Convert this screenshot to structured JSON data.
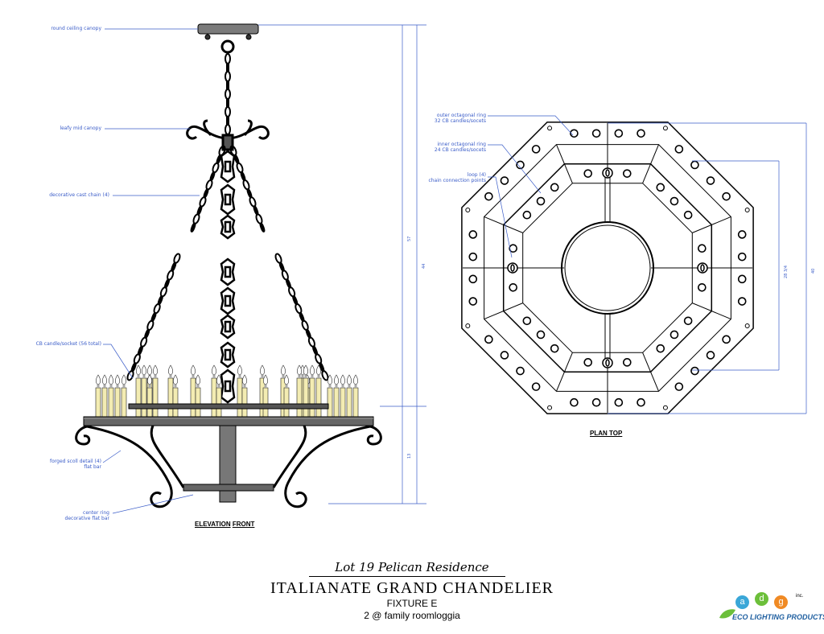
{
  "elevation": {
    "label_prefix": "ELEVATION",
    "label_suffix": "FRONT",
    "notes": {
      "canopy": "round ceiling canopy",
      "mid_canopy": "leafy mid canopy",
      "chain": "decorative cast chain (4)",
      "candle": "CB candle/socket (56 total)",
      "scroll_1": "forged scoll detail (4)",
      "scroll_2": "flat bar",
      "ring_1": "center ring",
      "ring_2": "decorative flat bar"
    },
    "dims": {
      "overall": "57",
      "upper": "44",
      "lower": "13"
    }
  },
  "plan": {
    "label": "PLAN TOP",
    "notes": {
      "outer_1": "outer octagonal ring",
      "outer_2": "32 CB candles/socets",
      "inner_1": "inner octagonal ring",
      "inner_2": "24 CB candles/socets",
      "loop_1": "loop (4)",
      "loop_2": "chain connection points"
    },
    "dims": {
      "outer": "40",
      "inner": "28 3/4"
    }
  },
  "title_block": {
    "project": "Lot 19 Pelican Residence",
    "title": "ITALIANATE GRAND CHANDELIER",
    "fixture": "FIXTURE E",
    "quantity": "2 @ family roomloggia"
  },
  "logo": {
    "letters": [
      "a",
      "d",
      "g"
    ],
    "inc": "inc.",
    "text": "ECO LIGHTING PRODUCTS",
    "colors": [
      "#3aa7d8",
      "#6cbf3a",
      "#f08a24"
    ]
  }
}
